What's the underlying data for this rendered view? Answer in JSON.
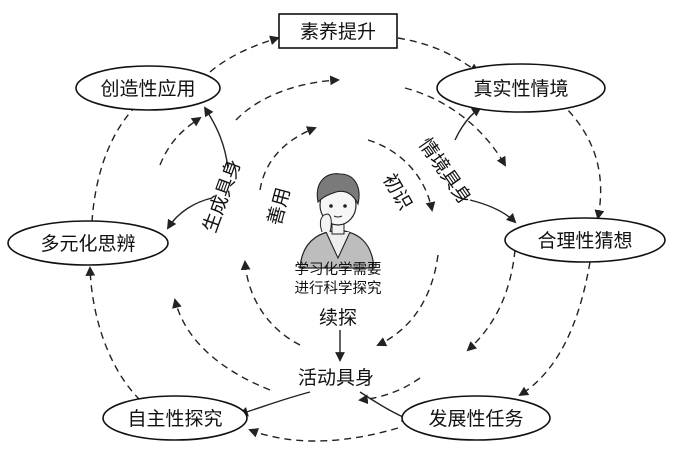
{
  "nodes": {
    "top": "素养提升",
    "top_left": "创造性应用",
    "top_right": "真实性情境",
    "mid_left": "多元化思辨",
    "mid_right": "合理性猜想",
    "bottom_left": "自主性探究",
    "bottom_right": "发展性任务"
  },
  "curve_labels": {
    "left_inner": "生成具身",
    "right_inner": "情境具身",
    "bottom_inner": "活动具身"
  },
  "center": {
    "left_word": "善用",
    "right_word": "初识",
    "bottom_word": "续探",
    "caption_line1": "学习化学需要",
    "caption_line2": "进行科学探究"
  }
}
